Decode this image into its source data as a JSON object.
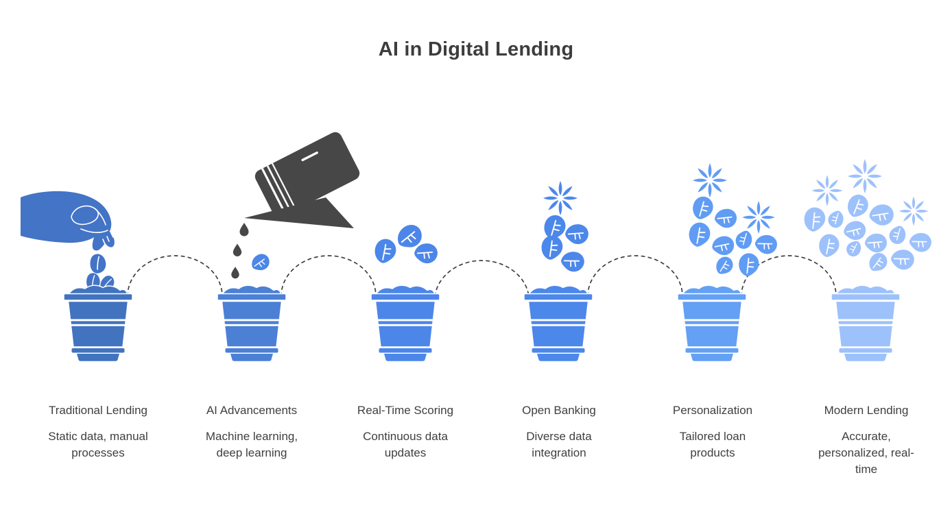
{
  "title": "AI in Digital Lending",
  "colors": {
    "background": "#FFFFFF",
    "title_text": "#3D3D3D",
    "label_text": "#3F3F3F",
    "connector": "#3F3F3F",
    "watering_can": "#474747"
  },
  "stages": [
    {
      "name": "Traditional Lending",
      "description": "Static data, manual\nprocesses",
      "icon": "hand-planting-seed-icon",
      "pot_color": "#4273BE",
      "foliage_color": "#4374C6"
    },
    {
      "name": "AI Advancements",
      "description": "Machine learning,\ndeep learning",
      "icon": "watering-bag-icon",
      "pot_color": "#4B80D5",
      "foliage_color": "#4C86E8"
    },
    {
      "name": "Real-Time Scoring",
      "description": "Continuous data\nupdates",
      "icon": "sprouting-leaves-icon",
      "pot_color": "#4C86E8",
      "foliage_color": "#4C86E8"
    },
    {
      "name": "Open Banking",
      "description": "Diverse data\nintegration",
      "icon": "flower-and-leaves-icon",
      "pot_color": "#4C87EA",
      "foliage_color": "#4C87EA"
    },
    {
      "name": "Personalization",
      "description": "Tailored loan\nproducts",
      "icon": "two-flowers-leaves-icon",
      "pot_color": "#64A0F4",
      "foliage_color": "#609CF4"
    },
    {
      "name": "Modern Lending",
      "description": "Accurate,\npersonalized, real-\ntime",
      "icon": "full-bloom-icon",
      "pot_color": "#9DC1FB",
      "foliage_color": "#9DC1FB"
    }
  ]
}
